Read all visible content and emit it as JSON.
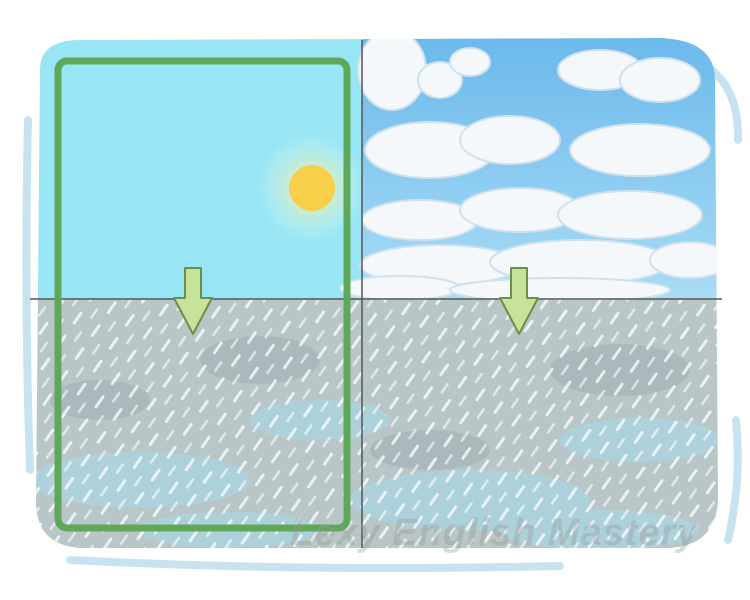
{
  "illustration": {
    "left_panel": {
      "condition": "clear-sky-with-sun",
      "highlighted": true
    },
    "right_panel": {
      "condition": "cloudy-sky",
      "highlighted": false
    },
    "ground": "snowy-rainy-hatching-texture",
    "arrow_icon": "arrow-down-icon",
    "sun_icon": "sun-icon"
  },
  "colors": {
    "sky_clear": "#98e6f5",
    "sky_cloudy": "#7bc7ee",
    "ground": "#b8c6c7",
    "highlight_border": "#5fa85a",
    "arrow": "#c7e39a",
    "sun": "#f7cf49"
  },
  "watermark": "Lexy English Mastery"
}
